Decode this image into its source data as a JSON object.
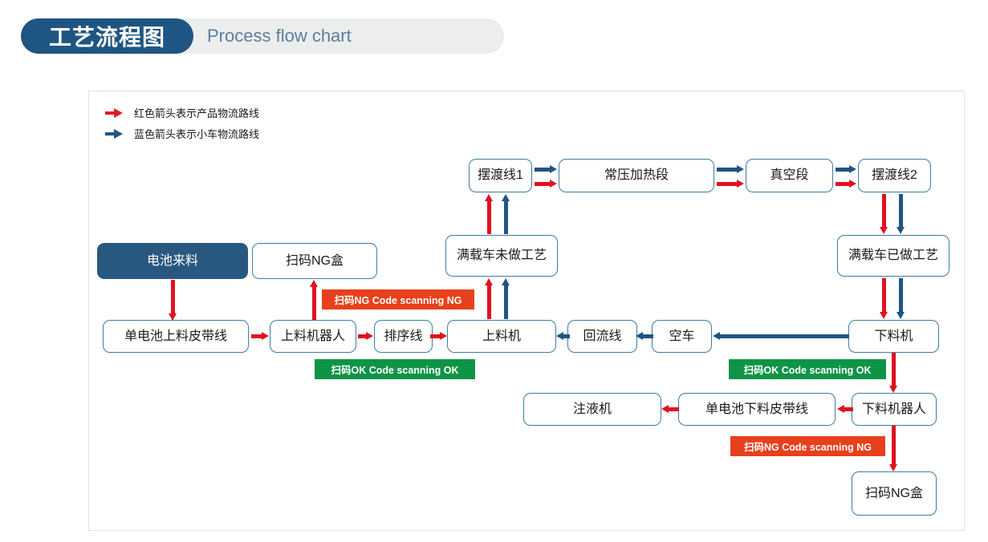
{
  "header": {
    "badge_title": "工艺流程图",
    "subtitle": "Process flow chart"
  },
  "legend": {
    "items": [
      {
        "icon": "red-arrow-icon",
        "color": "#d81f26",
        "label": "红色箭头表示产品物流路线"
      },
      {
        "icon": "blue-arrow-icon",
        "color": "#1f5582",
        "label": "蓝色箭头表示小车物流路线"
      }
    ]
  },
  "colors": {
    "red": "#e0121f",
    "blue": "#1f5582",
    "box_border": "#3c7ca5",
    "filled_box": "#28587f",
    "tag_ng": "#e8401c",
    "tag_ok": "#0e9447",
    "header_bar": "#eceded",
    "header_sub_text": "#5a7f9c"
  },
  "nodes": {
    "ferry_line_1": "摆渡线1",
    "atmospheric_heating": "常压加热段",
    "vacuum_section": "真空段",
    "ferry_line_2": "摆渡线2",
    "loaded_cart_unprocessed": "满载车未做工艺",
    "loaded_cart_processed": "满载车已做工艺",
    "battery_incoming": "电池来料",
    "scan_ng_box_top": "扫码NG盒",
    "single_cell_feed_belt": "单电池上料皮带线",
    "feeding_robot": "上料机器人",
    "sorting_line": "排序线",
    "feeding_machine": "上料机",
    "return_line": "回流线",
    "empty_cart": "空车",
    "unloading_machine": "下料机",
    "injection_machine": "注液机",
    "single_cell_discharge_belt": "单电池下料皮带线",
    "unloading_robot": "下料机器人",
    "scan_ng_box_bottom": "扫码NG盒"
  },
  "tags": {
    "ng_top": "扫码NG Code scanning NG",
    "ok_left": "扫码OK Code scanning OK",
    "ok_right": "扫码OK Code scanning OK",
    "ng_bottom": "扫码NG Code scanning NG"
  }
}
